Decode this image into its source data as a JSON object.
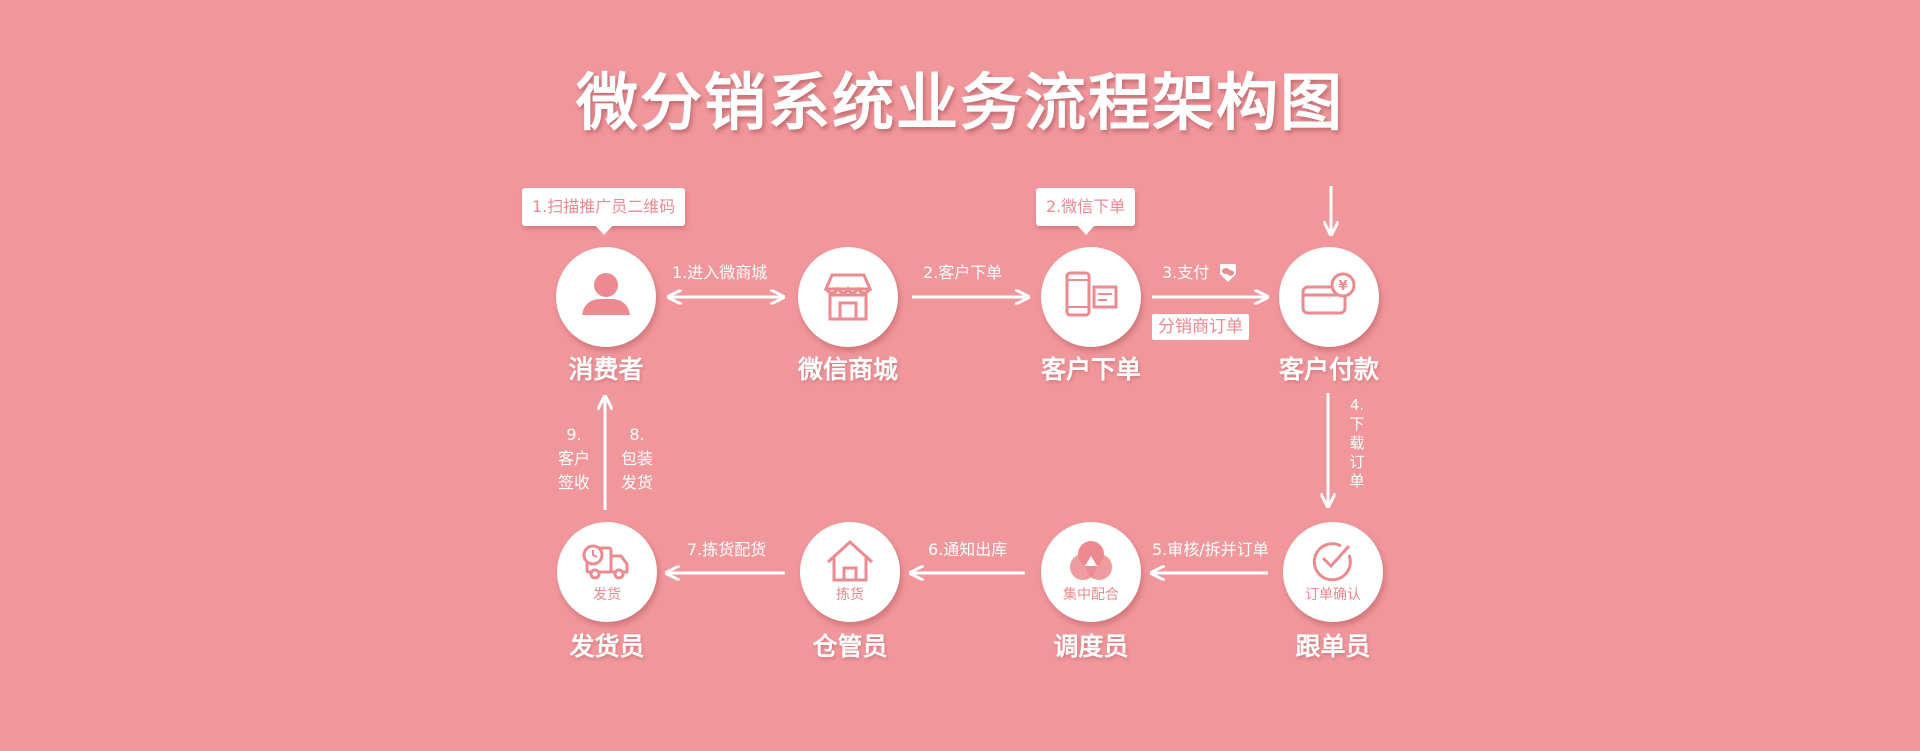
{
  "title": "微分销系统业务流程架构图",
  "colors": {
    "background": "#f1979b",
    "accent": "#ec8a8f",
    "foreground": "#ffffff"
  },
  "nodes": [
    {
      "id": "consumer",
      "label": "消费者",
      "icon": "person-icon",
      "sub": ""
    },
    {
      "id": "wechat-mall",
      "label": "微信商城",
      "icon": "storefront-icon",
      "sub": ""
    },
    {
      "id": "customer-order",
      "label": "客户下单",
      "icon": "phone-order-icon",
      "sub": ""
    },
    {
      "id": "customer-payment",
      "label": "客户付款",
      "icon": "card-payment-icon",
      "sub": ""
    },
    {
      "id": "order-tracker",
      "label": "跟单员",
      "icon": "check-circle-icon",
      "sub": "订单确认"
    },
    {
      "id": "dispatcher",
      "label": "调度员",
      "icon": "venn-icon",
      "sub": "集中配合"
    },
    {
      "id": "warehouse-keeper",
      "label": "仓管员",
      "icon": "house-icon",
      "sub": "拣货"
    },
    {
      "id": "shipper",
      "label": "发货员",
      "icon": "delivery-truck-icon",
      "sub": "发货"
    }
  ],
  "bubbles": {
    "scan": "1.扫描推广员二维码",
    "wechat_order": "2.微信下单"
  },
  "steps": {
    "enter_mall": "1.进入微商城",
    "place_order": "2.客户下单",
    "pay": "3.支付",
    "download_order": "4.下载订单",
    "review_split": "5.审核/拆并订单",
    "notify_out": "6.通知出库",
    "pick_ship": "7.拣货配货",
    "pack_ship_num": "8.",
    "pack_ship_text": "包装发货",
    "sign_num": "9.",
    "sign_text": "客户签收"
  },
  "tags": {
    "distributor_order": "分销商订单"
  }
}
